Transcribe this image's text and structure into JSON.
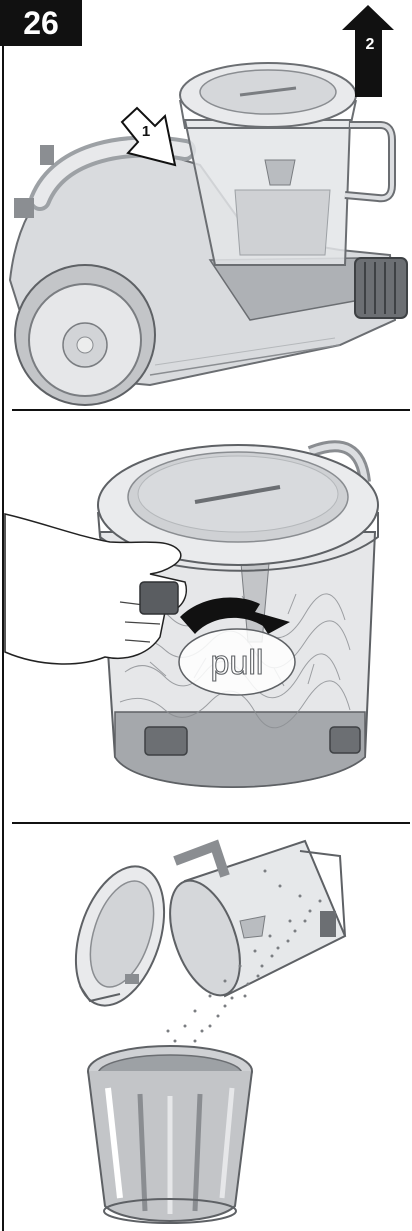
{
  "step": {
    "number": "26"
  },
  "panel1": {
    "callout_1": "1",
    "callout_2": "2"
  },
  "panel2": {
    "pull_label": "pull"
  },
  "icons": {
    "panel1": "vacuum-lift-container-illustration",
    "panel2": "hand-open-dust-container-illustration",
    "panel3": "empty-container-into-bin-illustration"
  }
}
